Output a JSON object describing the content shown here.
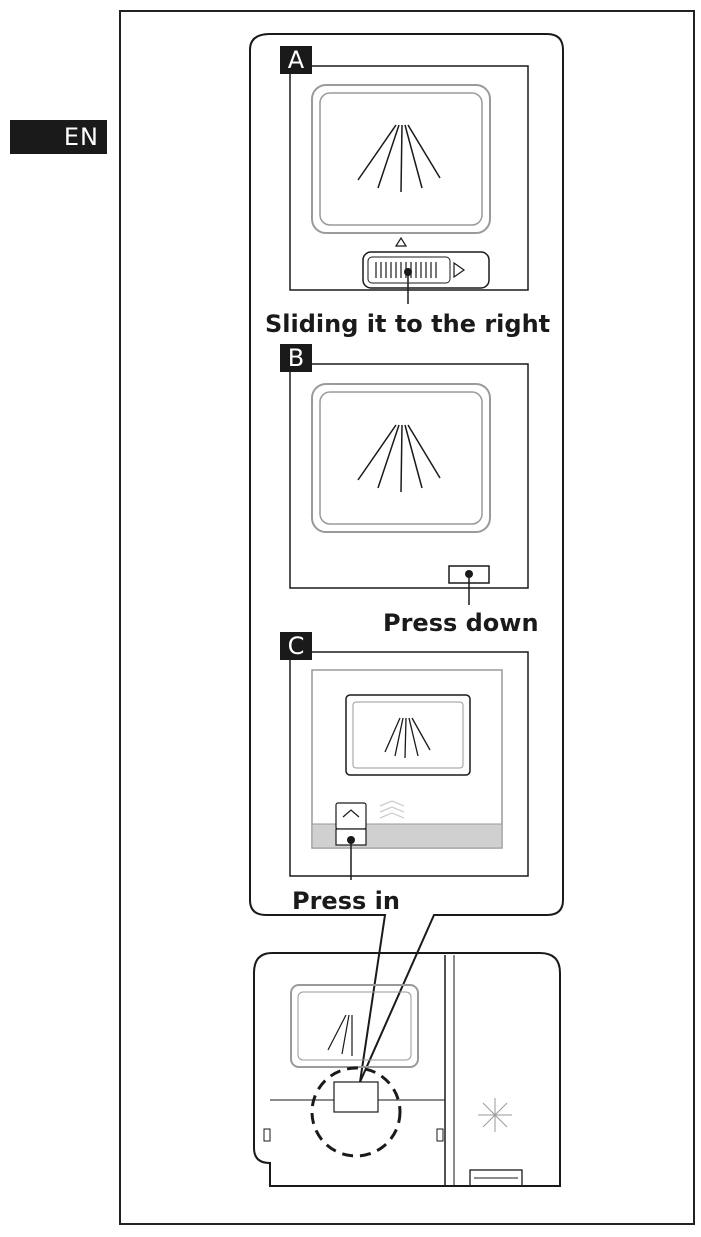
{
  "language_tab": "EN",
  "panels": [
    {
      "letter": "A",
      "caption": "Sliding it to the right"
    },
    {
      "letter": "B",
      "caption": "Press down"
    },
    {
      "letter": "C",
      "caption": "Press in"
    }
  ],
  "colors": {
    "ink": "#1a1a1a",
    "gray": "#9a9a9a",
    "light_gray": "#d0d0d0",
    "background": "#ffffff"
  }
}
